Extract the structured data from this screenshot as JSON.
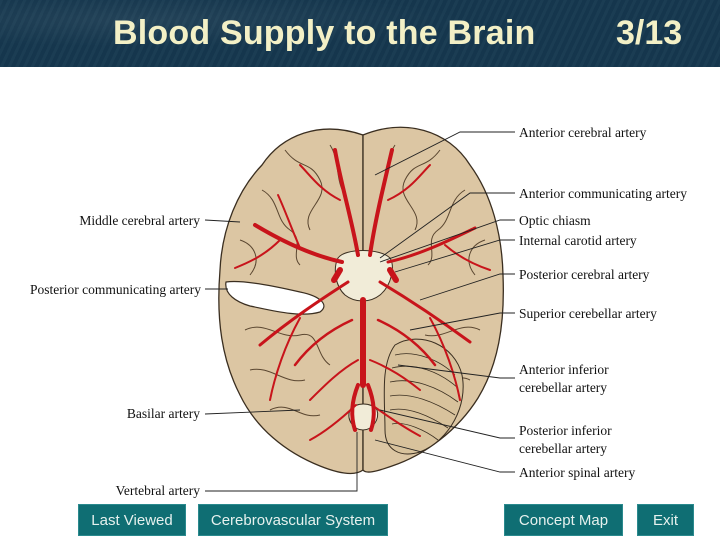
{
  "header": {
    "title": "Blood Supply to the Brain",
    "counter": "3/13"
  },
  "figure": {
    "labels_left": {
      "middle_cerebral": "Middle cerebral artery",
      "posterior_communicating": "Posterior communicating artery",
      "basilar": "Basilar artery",
      "vertebral": "Vertebral artery"
    },
    "labels_right": {
      "anterior_cerebral": "Anterior cerebral artery",
      "anterior_communicating": "Anterior communicating artery",
      "optic_chiasm": "Optic chiasm",
      "internal_carotid": "Internal carotid artery",
      "posterior_cerebral": "Posterior cerebral artery",
      "superior_cerebellar": "Superior cerebellar artery",
      "anterior_inferior_1": "Anterior inferior",
      "anterior_inferior_2": "cerebellar artery",
      "posterior_inferior_1": "Posterior inferior",
      "posterior_inferior_2": "cerebellar artery",
      "anterior_spinal": "Anterior spinal artery"
    }
  },
  "nav": {
    "last_viewed": "Last Viewed",
    "cerebrovascular": "Cerebrovascular System",
    "concept_map": "Concept Map",
    "exit": "Exit"
  },
  "colors": {
    "header_bg": "#16384f",
    "title_text": "#f3f0c6",
    "brain_fill": "#dcc6a3",
    "artery_red": "#c8141b",
    "button_bg": "#0f6e73"
  }
}
